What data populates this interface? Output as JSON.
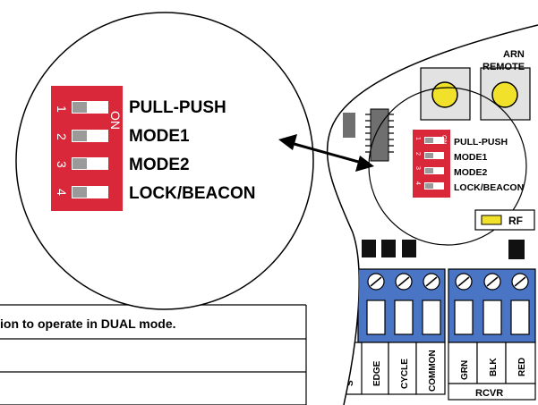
{
  "zoom_switch": {
    "on_label": "ON",
    "switches": [
      {
        "num": "1",
        "label": "PULL-PUSH"
      },
      {
        "num": "2",
        "label": "MODE1"
      },
      {
        "num": "3",
        "label": "MODE2"
      },
      {
        "num": "4",
        "label": "LOCK/BEACON"
      }
    ]
  },
  "board": {
    "top_labels": [
      "ARN",
      "REMOTE"
    ],
    "rf_label": "RF",
    "small_switch": {
      "on_label": "ON",
      "switches": [
        {
          "num": "1",
          "label": "PULL-PUSH"
        },
        {
          "num": "2",
          "label": "MODE1"
        },
        {
          "num": "3",
          "label": "MODE2"
        },
        {
          "num": "4",
          "label": "LOCK/BEACON"
        }
      ]
    },
    "terminals": [
      "EDGE",
      "CYCLE",
      "COMMON",
      "GRN",
      "BLK",
      "RED"
    ],
    "partial_terminal": "S",
    "rcvr_label": "RCVR"
  },
  "table": {
    "row1_text": "ion to operate in DUAL mode."
  }
}
